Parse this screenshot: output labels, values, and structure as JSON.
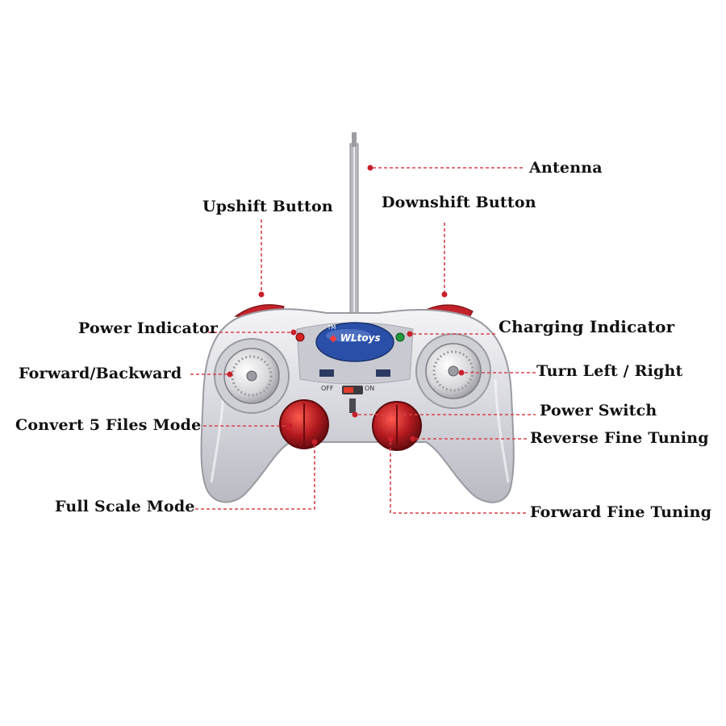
{
  "brand": {
    "logo_text": "WLtoys",
    "trademark": "TM"
  },
  "switch": {
    "off_text": "OFF",
    "on_text": "ON"
  },
  "colors": {
    "leader": "#d9434b",
    "body": "#dcdde3",
    "button_red": "#b31a1f",
    "indicator_red": "#d62020",
    "indicator_green": "#1f9a3a",
    "panel_blue": "#2a4fa8"
  },
  "callouts": {
    "antenna": "Antenna",
    "upshift": "Upshift Button",
    "downshift": "Downshift Button",
    "power_indicator": "Power Indicator",
    "charging_indicator": "Charging Indicator",
    "forward_backward": "Forward/Backward",
    "turn_left_right": "Turn Left / Right",
    "power_switch": "Power Switch",
    "convert_mode": "Convert 5 Files Mode",
    "reverse_fine": "Reverse Fine Tuning",
    "full_scale": "Full Scale Mode",
    "forward_fine": "Forward Fine Tuning"
  }
}
